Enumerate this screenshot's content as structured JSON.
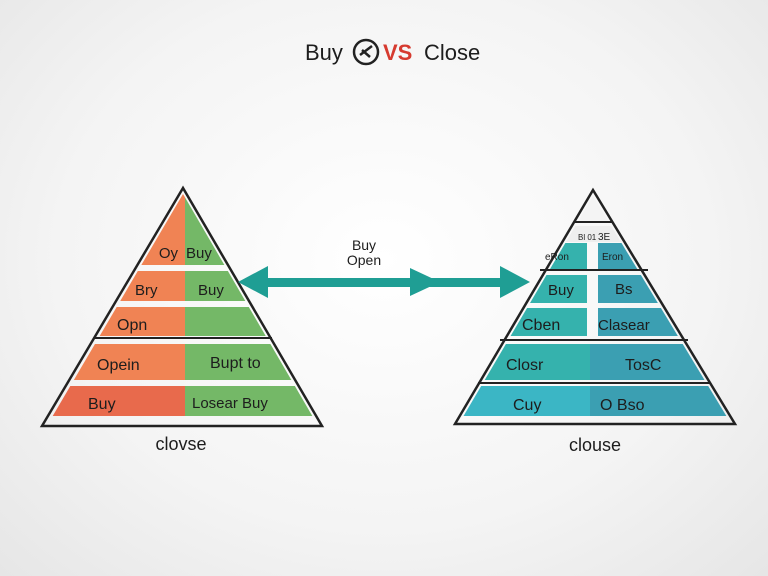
{
  "title": {
    "left": "Buy",
    "vs": "VS",
    "right": "Close",
    "vs_color": "#d63a2f"
  },
  "arrow": {
    "line1": "Buy",
    "line2": "Open",
    "color": "#1f9e94"
  },
  "left_pyramid": {
    "caption": "clovse",
    "rows": [
      {
        "left": "Oy",
        "right": "Buy"
      },
      {
        "left": "Bry",
        "right": "Buy"
      },
      {
        "left": "Opn",
        "right": ""
      },
      {
        "left": "Opein",
        "right": "Bupt to"
      },
      {
        "left": "Buy",
        "right": "Losear Buy"
      }
    ],
    "colors": {
      "left": "#f08354",
      "right": "#74b867"
    }
  },
  "right_pyramid": {
    "caption": "clouse",
    "rows": [
      {
        "left": "Bl 01",
        "right": "3E"
      },
      {
        "left": "eRon",
        "right": "Eron"
      },
      {
        "left": "Buy",
        "right": "Bs"
      },
      {
        "left": "Cben",
        "right": "Clasear"
      },
      {
        "left": "Closr",
        "right": "TosC"
      },
      {
        "left": "Cuy",
        "right": "O Bso"
      }
    ],
    "colors": {
      "left": "#35b2ad",
      "right": "#3b9fb2"
    }
  }
}
